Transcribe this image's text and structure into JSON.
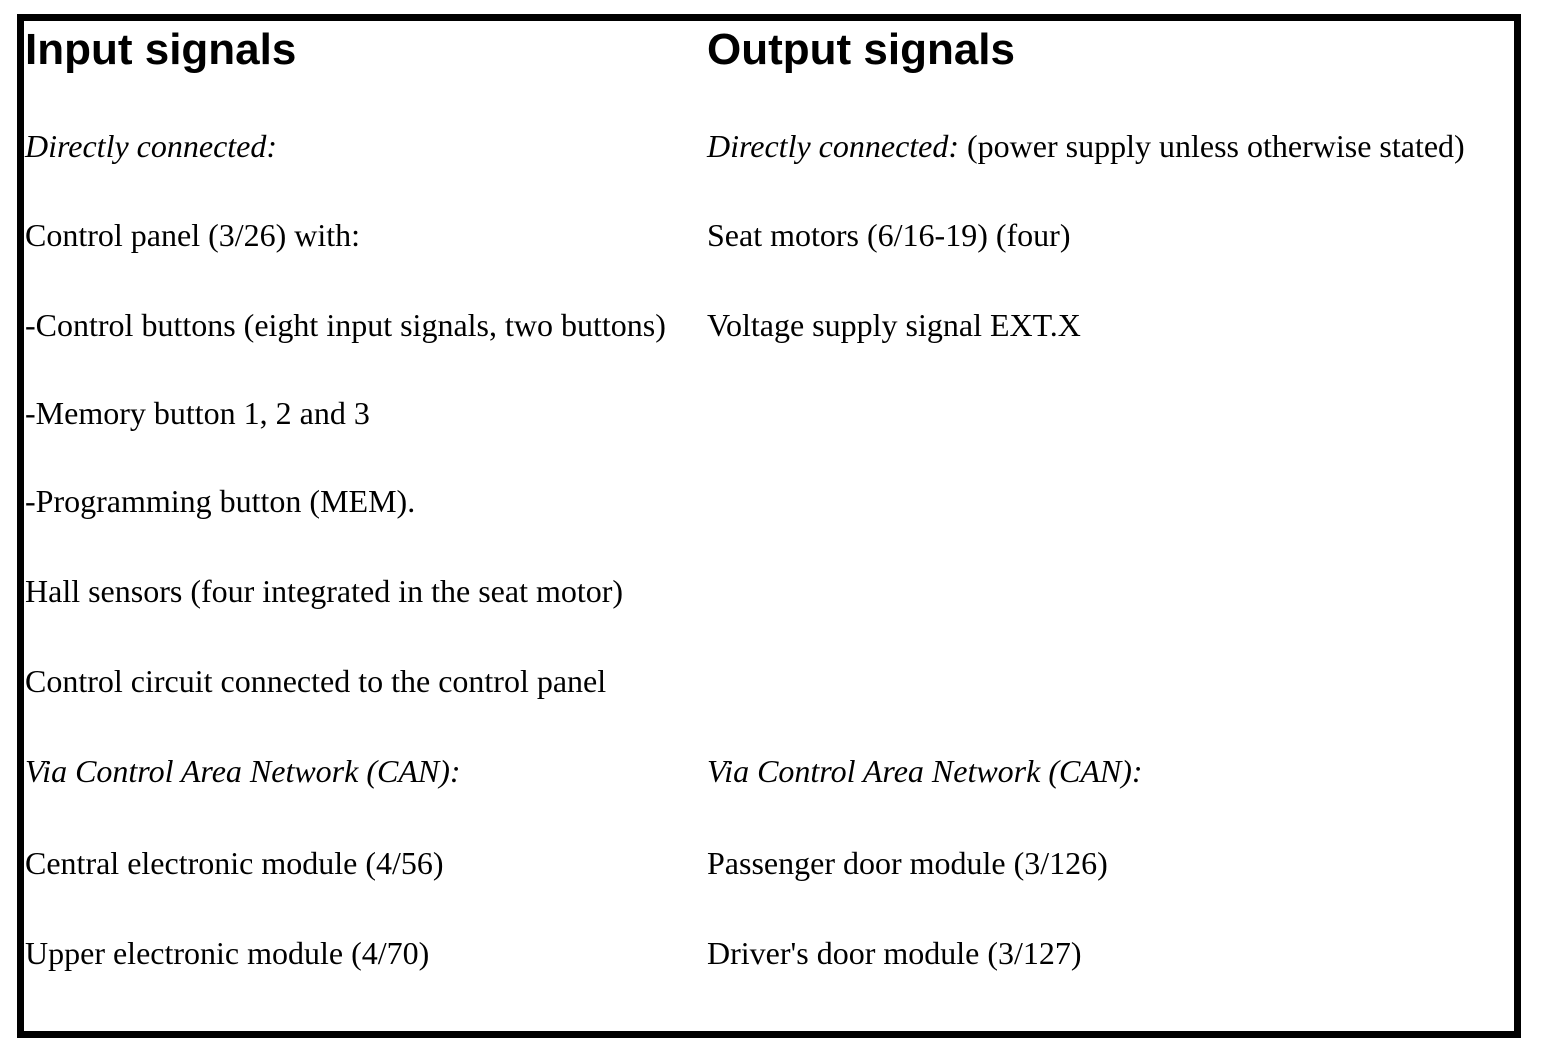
{
  "table": {
    "input_header": "Input signals",
    "output_header": "Output signals",
    "rows": [
      {
        "left_italic": "Directly connected:",
        "right_italic": "Directly connected:",
        "right_text": " (power supply unless otherwise stated)"
      },
      {
        "left_text": "Control panel (3/26) with:",
        "right_text": "Seat motors (6/16-19) (four)"
      },
      {
        "left_text": "-Control buttons (eight input signals, two buttons)",
        "right_text": "Voltage supply signal EXT.X"
      },
      {
        "left_text": "-Memory button 1, 2 and 3"
      },
      {
        "left_text": "-Programming button (MEM)."
      },
      {
        "left_text": "Hall sensors (four integrated in the seat motor)"
      },
      {
        "left_text": "Control circuit connected to the control panel"
      },
      {
        "left_italic": "Via Control Area Network (CAN):",
        "right_italic": "Via Control Area Network (CAN):"
      },
      {
        "left_text": "Central electronic module (4/56)",
        "right_text": "Passenger door module (3/126)"
      },
      {
        "left_text": "Upper electronic module (4/70)",
        "right_text": "Driver's door module (3/127)"
      }
    ],
    "colors": {
      "text": "#000000",
      "border": "#000000",
      "background": "#ffffff"
    }
  }
}
